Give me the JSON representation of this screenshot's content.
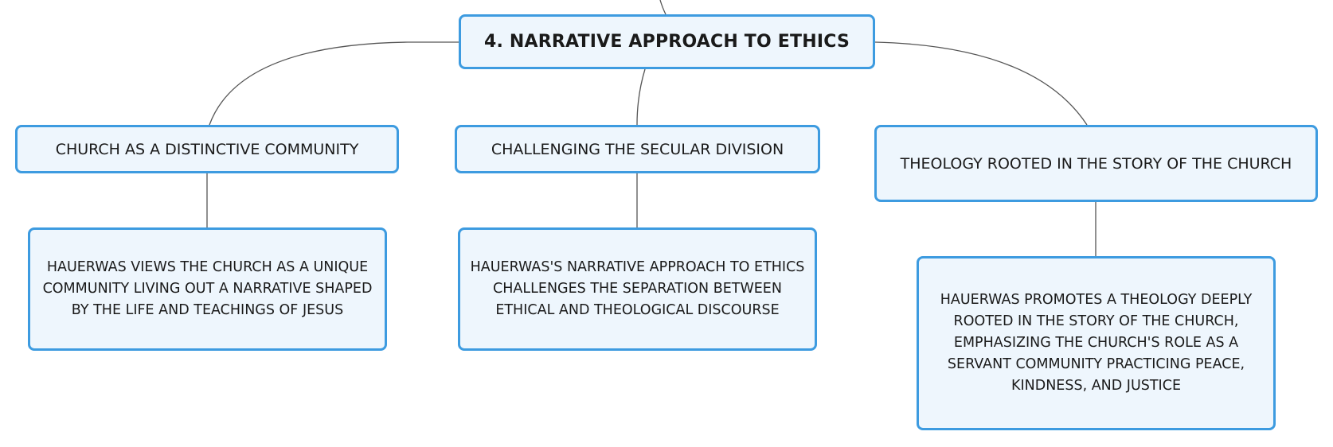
{
  "colors": {
    "node_fill": "#eef6fd",
    "node_border": "#3d9be0",
    "connector": "#555555",
    "text": "#1a1a1a"
  },
  "root": {
    "label": "4. NARRATIVE APPROACH TO ETHICS"
  },
  "branches": [
    {
      "label": "CHURCH AS A DISTINCTIVE COMMUNITY",
      "detail": "HAUERWAS VIEWS THE CHURCH AS A UNIQUE COMMUNITY LIVING OUT A NARRATIVE SHAPED BY THE LIFE AND TEACHINGS OF JESUS"
    },
    {
      "label": "CHALLENGING THE SECULAR DIVISION",
      "detail": "HAUERWAS'S NARRATIVE APPROACH TO ETHICS CHALLENGES THE SEPARATION BETWEEN ETHICAL AND THEOLOGICAL DISCOURSE"
    },
    {
      "label": "THEOLOGY ROOTED IN THE STORY OF THE CHURCH",
      "detail": "HAUERWAS PROMOTES A THEOLOGY DEEPLY ROOTED IN THE STORY OF THE CHURCH, EMPHASIZING THE CHURCH'S ROLE AS A SERVANT COMMUNITY PRACTICING PEACE, KINDNESS, AND JUSTICE"
    }
  ]
}
